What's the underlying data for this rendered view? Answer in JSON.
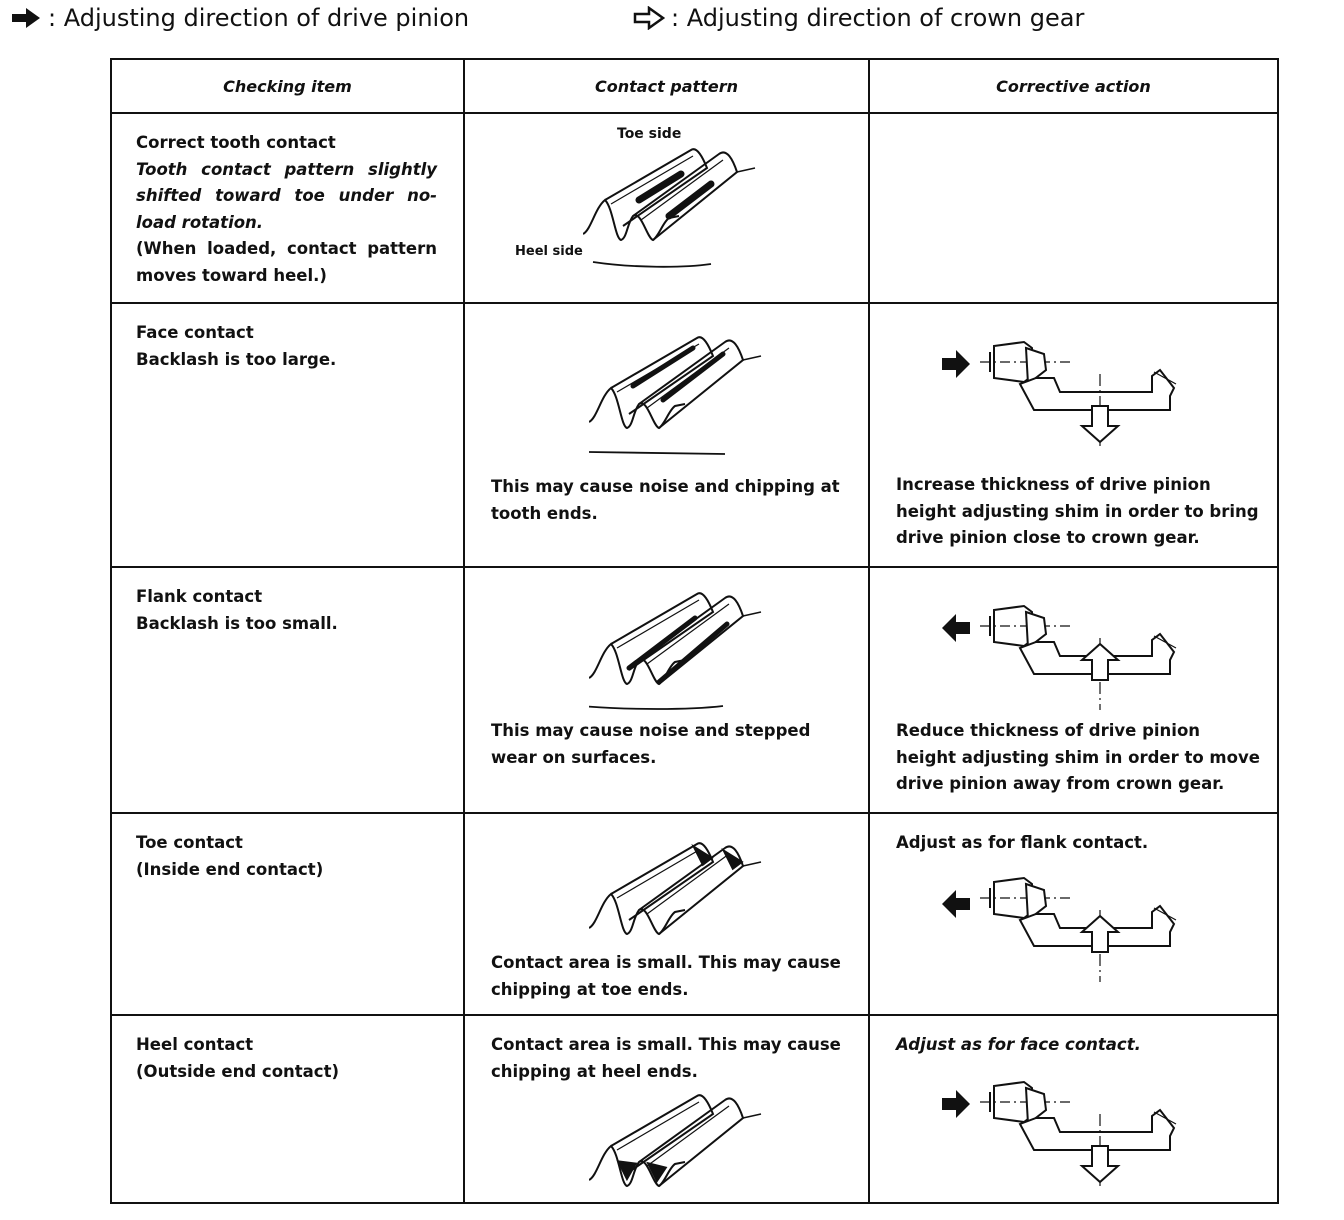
{
  "legend": {
    "pinion_label": ": Adjusting direction of drive pinion",
    "crown_label": ": Adjusting direction of crown gear"
  },
  "table": {
    "headers": [
      "Checking item",
      "Contact pattern",
      "Corrective action"
    ],
    "rows": [
      {
        "item_title": "Correct tooth contact",
        "item_lines": [
          "Tooth contact pattern slightly shifted toward toe under no-load rotation.",
          "(When loaded, contact pattern moves toward heel.)"
        ],
        "toe_label": "Toe side",
        "heel_label": "Heel side",
        "pattern_note": "",
        "action": ""
      },
      {
        "item_title": "Face contact",
        "item_lines": [
          "Backlash is too large."
        ],
        "pattern_note": "This may cause noise and chipping at tooth ends.",
        "action": "Increase thickness of drive pinion height adjusting shim in order to bring drive pinion close to crown gear."
      },
      {
        "item_title": "Flank contact",
        "item_lines": [
          "Backlash is too small."
        ],
        "pattern_note": "This may cause noise and stepped wear on surfaces.",
        "action": "Reduce thickness of drive pinion height adjusting shim in order to move drive pinion away from crown gear."
      },
      {
        "item_title": "Toe contact",
        "item_lines": [
          "(Inside end contact)"
        ],
        "pattern_note": "Contact area is small. This may cause chipping at toe ends.",
        "action": "Adjust as for flank contact."
      },
      {
        "item_title": "Heel contact",
        "item_lines": [
          "(Outside end contact)"
        ],
        "pattern_note": "Contact area is small. This may cause chipping at heel ends.",
        "action": "Adjust as for face contact."
      }
    ]
  }
}
